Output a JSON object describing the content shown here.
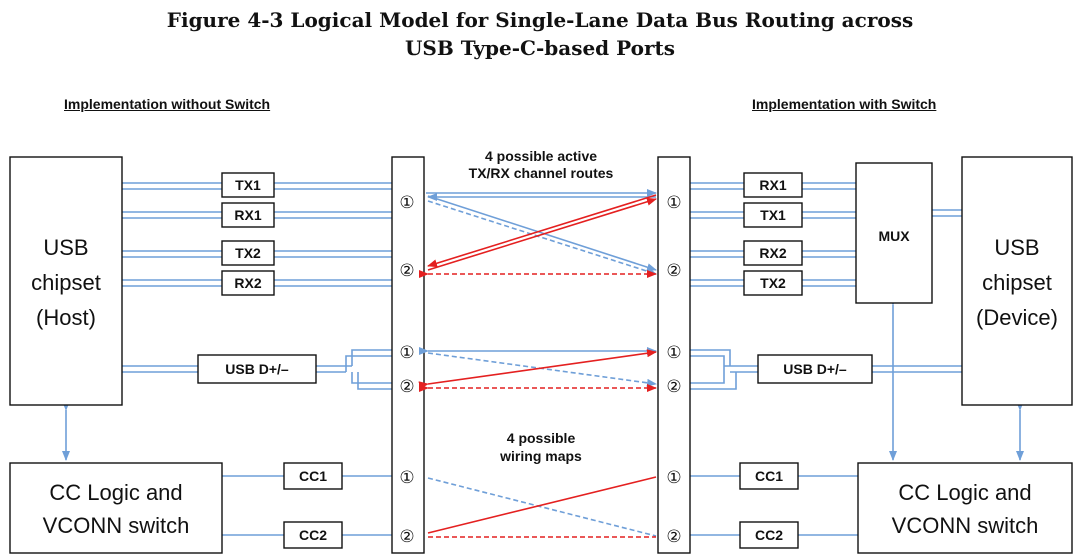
{
  "figure": {
    "title_line1": "Figure 4-3  Logical Model for Single-Lane Data Bus Routing across",
    "title_line2": "USB Type-C-based Ports"
  },
  "left": {
    "heading": "Implementation without Switch",
    "chipset": [
      "USB",
      "chipset",
      "(Host)"
    ],
    "cc_logic": [
      "CC Logic and",
      "VCONN switch"
    ],
    "labels": {
      "tx1": "TX1",
      "rx1": "RX1",
      "tx2": "TX2",
      "rx2": "RX2",
      "usbd": "USB D+/–",
      "cc1": "CC1",
      "cc2": "CC2"
    }
  },
  "right": {
    "heading": "Implementation with Switch",
    "chipset": [
      "USB",
      "chipset",
      "(Device)"
    ],
    "cc_logic": [
      "CC Logic and",
      "VCONN switch"
    ],
    "mux": "MUX",
    "labels": {
      "rx1": "RX1",
      "tx1": "TX1",
      "rx2": "RX2",
      "tx2": "TX2",
      "usbd": "USB D+/–",
      "cc1": "CC1",
      "cc2": "CC2"
    }
  },
  "pins": {
    "one": "①",
    "two": "②"
  },
  "annotations": {
    "routes_line1": "4 possible active",
    "routes_line2": "TX/RX channel routes",
    "wiring_line1": "4 possible",
    "wiring_line2": "wiring maps"
  },
  "colors": {
    "wire": "#6f9fd8",
    "active": "#e42020",
    "box": "#111111"
  }
}
